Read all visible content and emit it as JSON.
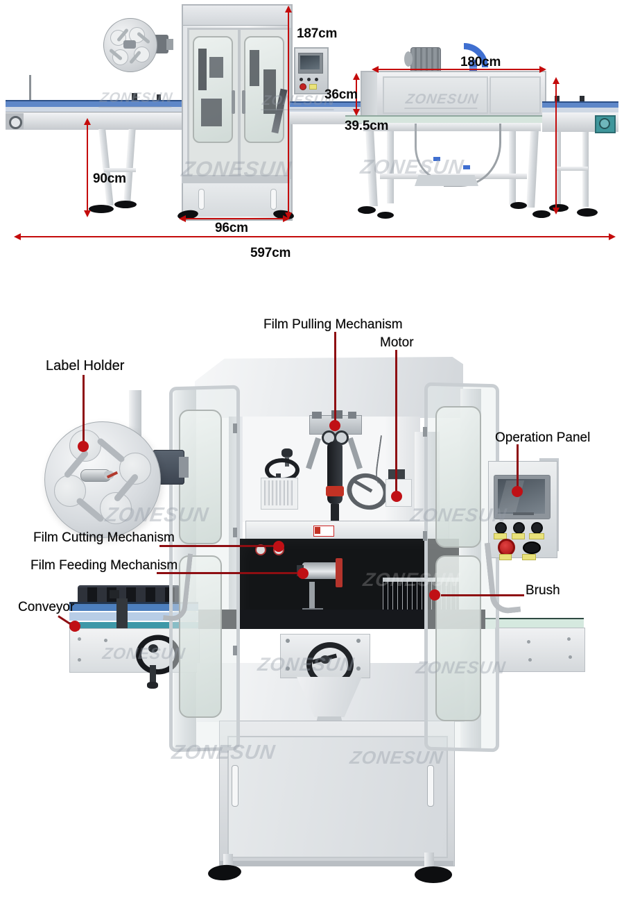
{
  "brand": {
    "watermark": "ZONESUN"
  },
  "side_view": {
    "title": "Sleeve labeling line side view with dimensions",
    "dims": {
      "machine_height": "187cm",
      "tunnel_opening_height": "36cm",
      "belt_height": "39.5cm",
      "tunnel_length": "180cm",
      "conveyor_height": "90cm",
      "machine_width": "96cm",
      "total_length": "597cm"
    }
  },
  "front_view": {
    "title": "Sleeve labeling machine front view with part callouts",
    "parts": {
      "film_pulling": "Film Pulling Mechanism",
      "motor": "Motor",
      "label_holder": "Label Holder",
      "operation_panel": "Operation Panel",
      "film_cutting": "Film Cutting Mechanism",
      "film_feeding": "Film Feeding Mechanism",
      "conveyor": "Conveyor",
      "brush": "Brush"
    }
  },
  "colors": {
    "annotation_arrow": "#c40b0b",
    "annotation_line": "#8e0e12",
    "annotation_dot": "#c01015",
    "conveyor_blue": "#5e87c8",
    "duct_blue": "#3f6fd0",
    "glass_green": "#d5e9df",
    "steel_light": "#eceef0",
    "steel_mid": "#c9cdd1",
    "inner_dark": "#17191d"
  }
}
